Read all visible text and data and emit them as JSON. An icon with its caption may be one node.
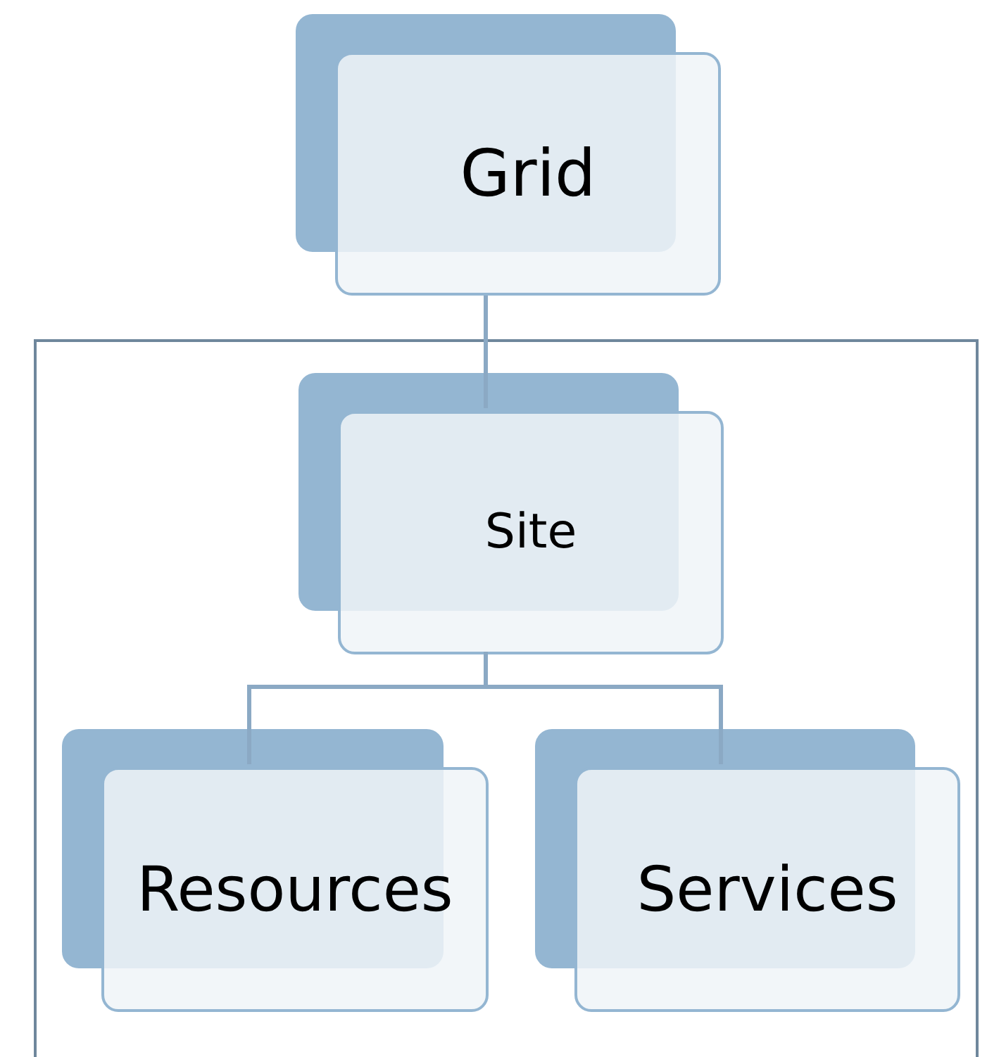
{
  "diagram": {
    "nodes": [
      {
        "text": [
          "Grid"
        ]
      },
      {
        "text": [],
        "shape": "box"
      },
      {
        "text": [
          "Site"
        ],
        "in": 1
      },
      {
        "text": [
          "Resources"
        ],
        "in": 1
      },
      {
        "text": [
          "Services"
        ],
        "in": 1
      }
    ],
    "edges": [
      {
        "from": 0,
        "to": 2,
        "arrow": "none"
      },
      {
        "from": 2,
        "to": 3,
        "arrow": "none"
      },
      {
        "from": 2,
        "to": 4,
        "arrow": "none"
      }
    ]
  }
}
